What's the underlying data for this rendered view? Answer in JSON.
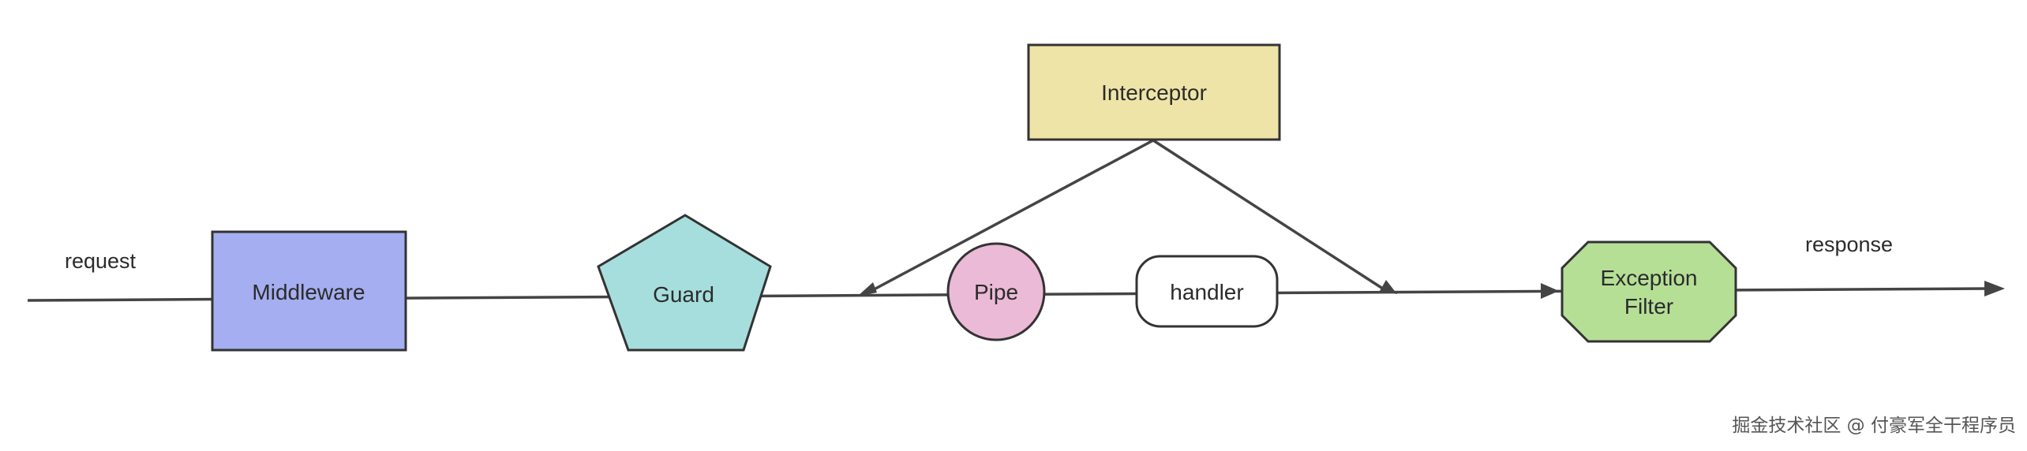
{
  "labels": {
    "request": "request",
    "response": "response"
  },
  "nodes": {
    "middleware": {
      "label": "Middleware",
      "shape": "rectangle",
      "fill": "#a5aef0"
    },
    "guard": {
      "label": "Guard",
      "shape": "pentagon",
      "fill": "#a6dedd"
    },
    "pipe": {
      "label": "Pipe",
      "shape": "circle",
      "fill": "#ebbad7"
    },
    "handler": {
      "label": "handler",
      "shape": "rounded-rectangle",
      "fill": "#ffffff"
    },
    "interceptor": {
      "label": "Interceptor",
      "shape": "rectangle",
      "fill": "#efe4a7"
    },
    "exception_filter": {
      "label_line1": "Exception",
      "label_line2": "Filter",
      "shape": "octagon",
      "fill": "#b6df96"
    }
  },
  "watermark": "掘金技术社区 @ 付豪军全干程序员"
}
